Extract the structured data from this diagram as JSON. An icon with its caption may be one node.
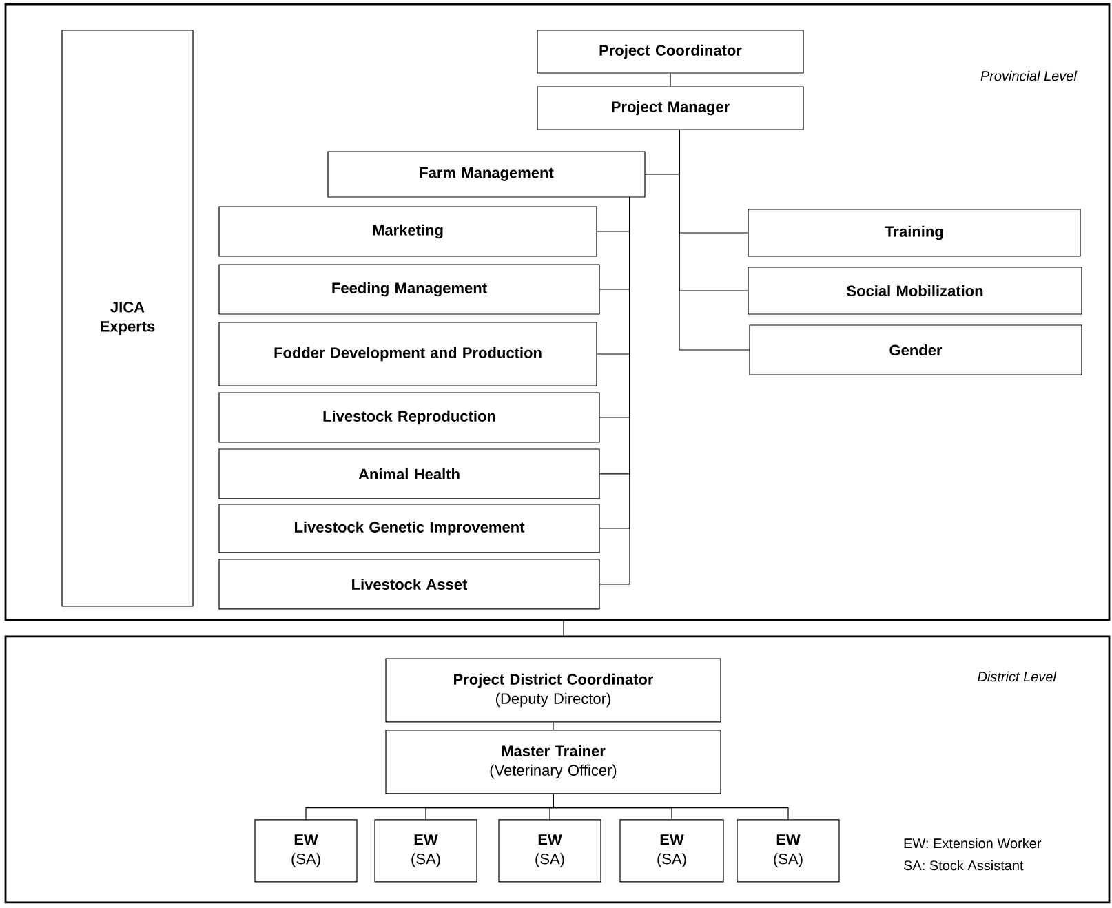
{
  "diagram": {
    "nodes": [
      {
        "text": [
          "Provincial Level"
        ]
      },
      {
        "text": [
          "JICA Experts"
        ],
        "in": 0
      },
      {
        "text": [
          "Project Coordinator"
        ],
        "in": 0
      },
      {
        "text": [
          "Project Manager"
        ],
        "in": 0
      },
      {
        "text": [
          "Farm Management"
        ],
        "in": 0
      },
      {
        "text": [
          "Marketing"
        ],
        "in": 0
      },
      {
        "text": [
          "Feeding Management"
        ],
        "in": 0
      },
      {
        "text": [
          "Fodder Development and Production"
        ],
        "in": 0
      },
      {
        "text": [
          "Livestock Reproduction"
        ],
        "in": 0
      },
      {
        "text": [
          "Animal Health"
        ],
        "in": 0
      },
      {
        "text": [
          "Livestock Genetic Improvement"
        ],
        "in": 0
      },
      {
        "text": [
          "Livestock Asset"
        ],
        "in": 0
      },
      {
        "text": [
          "Training"
        ],
        "in": 0
      },
      {
        "text": [
          "Social Mobilization"
        ],
        "in": 0
      },
      {
        "text": [
          "Gender"
        ],
        "in": 0
      },
      {
        "text": [
          "District Level"
        ]
      },
      {
        "text": [
          "Project District Coordinator",
          "(Deputy Director)"
        ],
        "in": 15
      },
      {
        "text": [
          "Master Trainer",
          "(Veterinary Officer)"
        ],
        "in": 15
      },
      {
        "text": [
          "EW",
          "(SA)"
        ],
        "in": 15
      },
      {
        "text": [
          "EW",
          "(SA)"
        ],
        "in": 15
      },
      {
        "text": [
          "EW",
          "(SA)"
        ],
        "in": 15
      },
      {
        "text": [
          "EW",
          "(SA)"
        ],
        "in": 15
      },
      {
        "text": [
          "EW",
          "(SA)"
        ],
        "in": 15
      }
    ],
    "edges": [
      {
        "from": 2,
        "to": 3,
        "arrow": "none"
      },
      {
        "from": 3,
        "to": 4,
        "arrow": "none"
      },
      {
        "from": 3,
        "to": 12,
        "arrow": "none"
      },
      {
        "from": 3,
        "to": 13,
        "arrow": "none"
      },
      {
        "from": 3,
        "to": 14,
        "arrow": "none"
      },
      {
        "from": 4,
        "to": 5,
        "arrow": "none"
      },
      {
        "from": 4,
        "to": 6,
        "arrow": "none"
      },
      {
        "from": 4,
        "to": 7,
        "arrow": "none"
      },
      {
        "from": 4,
        "to": 8,
        "arrow": "none"
      },
      {
        "from": 4,
        "to": 9,
        "arrow": "none"
      },
      {
        "from": 4,
        "to": 10,
        "arrow": "none"
      },
      {
        "from": 4,
        "to": 11,
        "arrow": "none"
      },
      {
        "from": 0,
        "to": 15,
        "arrow": "none"
      },
      {
        "from": 16,
        "to": 17,
        "arrow": "none"
      },
      {
        "from": 17,
        "to": 18,
        "arrow": "none"
      },
      {
        "from": 17,
        "to": 19,
        "arrow": "none"
      },
      {
        "from": 17,
        "to": 20,
        "arrow": "none"
      },
      {
        "from": 17,
        "to": 21,
        "arrow": "none"
      },
      {
        "from": 17,
        "to": 22,
        "arrow": "none"
      }
    ],
    "labels": [
      "EW: Extension Worker",
      "SA: Stock Assistant"
    ]
  }
}
